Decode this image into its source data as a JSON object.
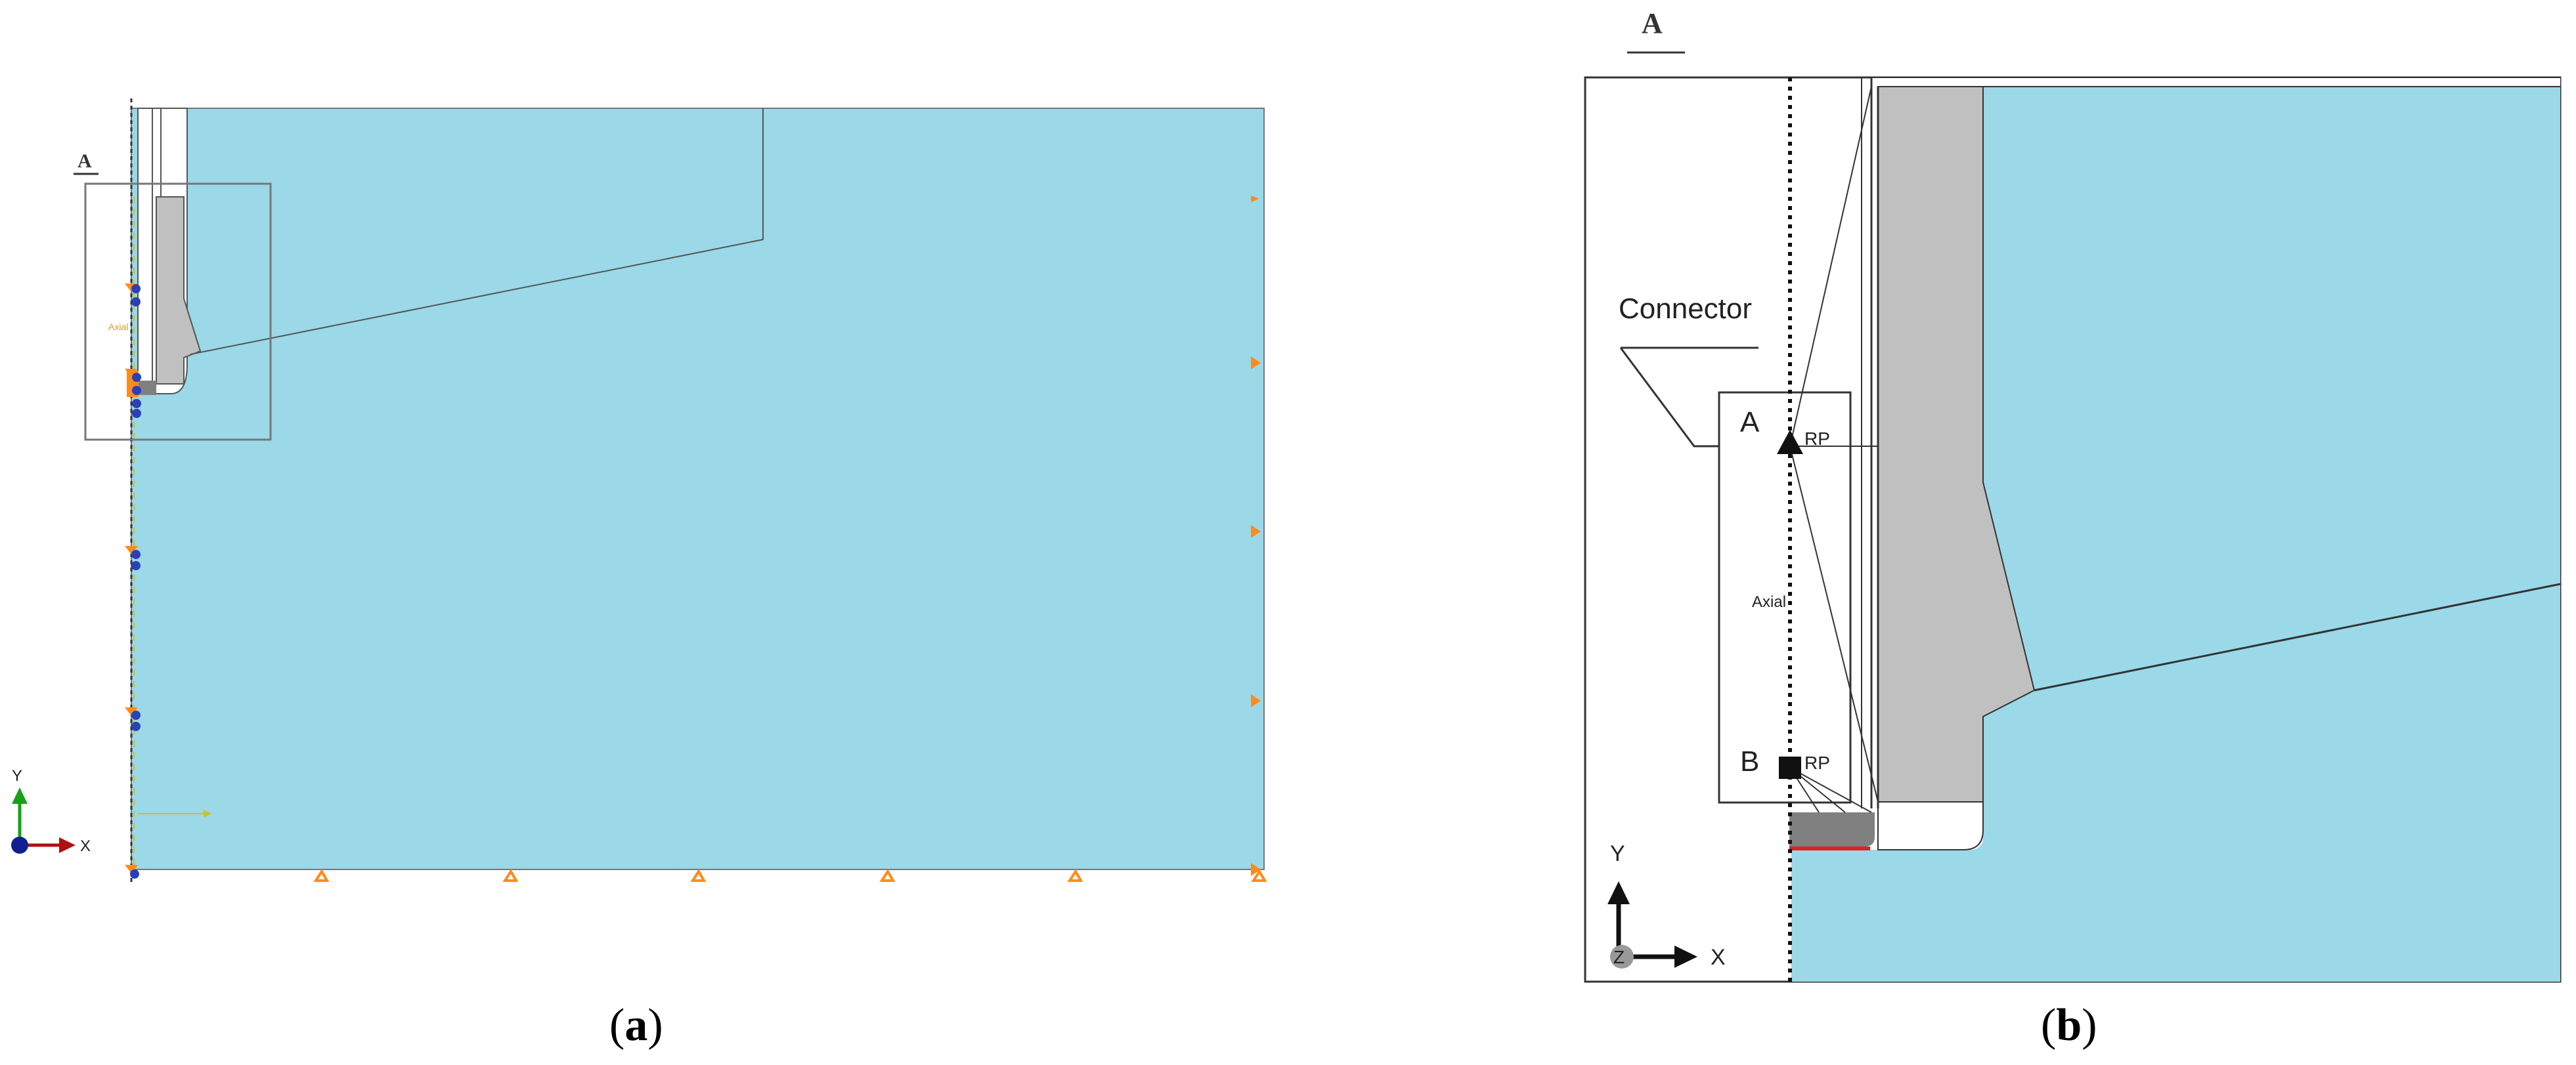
{
  "panel_a": {
    "caption_open": "(",
    "caption_letter": "a",
    "caption_close": ")",
    "detail_label": "A",
    "axial_label": "Axial",
    "triad_y": "Y",
    "triad_x": "X"
  },
  "panel_b": {
    "caption_open": "(",
    "caption_letter": "b",
    "caption_close": ")",
    "detail_label": "A",
    "connector_label": "Connector",
    "point_a": "A",
    "point_b": "B",
    "rp_a": "RP",
    "rp_b": "RP",
    "axial_label": "Axial",
    "triad_y": "Y",
    "triad_x": "X",
    "triad_z": "Z"
  },
  "colors": {
    "soil": "#9bd8e8",
    "pile": "#c0c0c0",
    "pile_dark": "#808080",
    "load_arrow": "#ff8c1a",
    "bc_symbol": "#2b3fb8",
    "contact_line": "#e02020",
    "triad_x": "#b01010",
    "triad_y": "#18a018",
    "triad_origin": "#102090"
  }
}
